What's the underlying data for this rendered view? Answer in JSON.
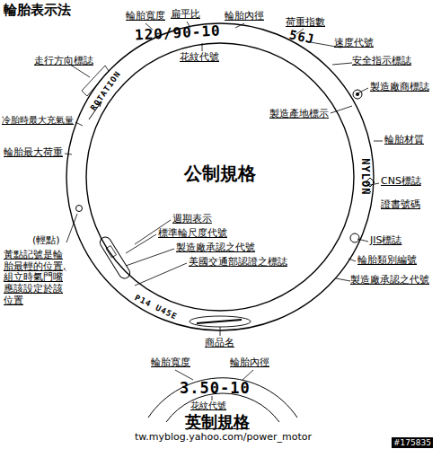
{
  "diagram": {
    "title": "輪胎表示法",
    "nodes": [
      {
        "text": [
          "公制規格"
        ]
      }
    ],
    "labels": [
      "輪胎寬度",
      "扁平比",
      "輪胎內徑",
      "荷重指數",
      "120/90-10",
      "56J",
      "花紋代號",
      "速度代號",
      "安全指示標誌",
      "製造廠商標誌",
      "製造產地標示",
      "NYLON",
      "輪胎材質",
      "CNS標誌",
      "證書號碼",
      "JIS標誌",
      "輪胎類別編號",
      "製造廠承認之代號",
      "走行方向標誌",
      "ROTATION",
      "冷胎時最大充氣量",
      "輪胎最大荷重",
      "(輕點)",
      "黃點記號是輪胎最輕的位置,組立時氣門嘴應該設定於該位置",
      "週期表示",
      "標準輪尺度代號",
      "製造廠承認之代號",
      "美國交通部認證之標誌",
      "P14 U45E",
      "商品名",
      "輪胎寬度",
      "輪胎內徑",
      "3.50-10",
      "花紋代號",
      "英制規格",
      "tw.myblog.yahoo.com/power_motor",
      "#175835"
    ]
  }
}
